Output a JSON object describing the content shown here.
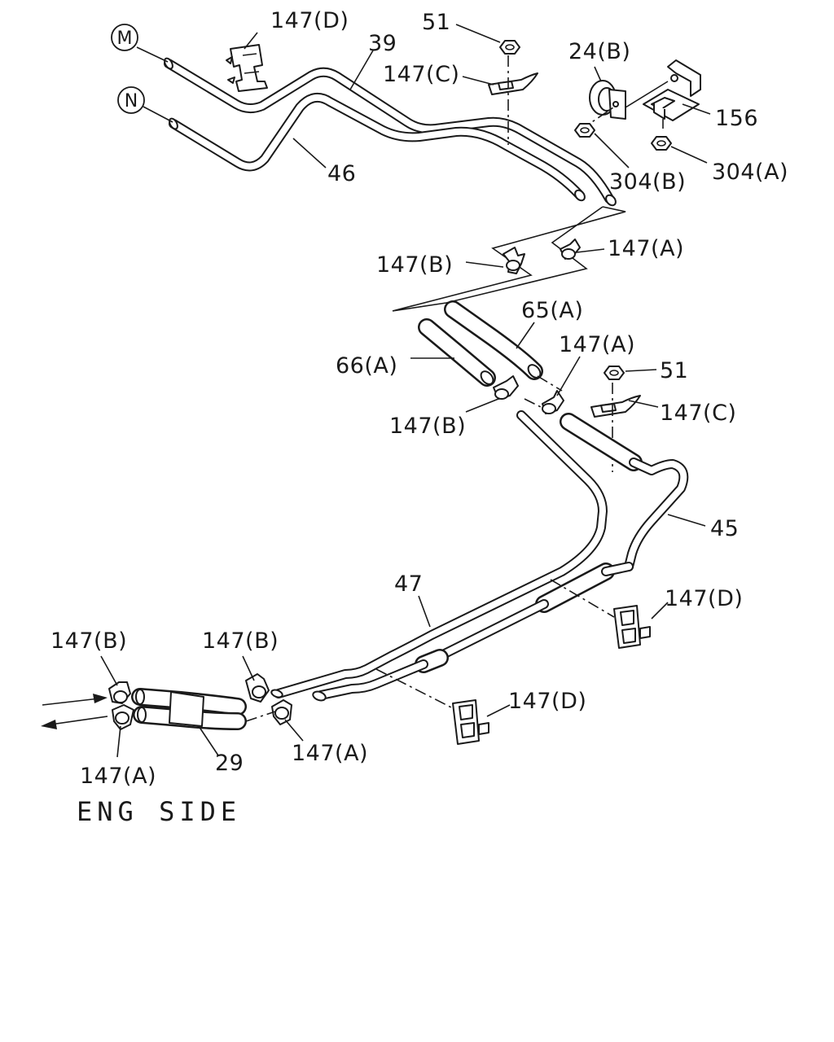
{
  "labels": {
    "l147D_top": "147(D)",
    "l39": "39",
    "l51_top": "51",
    "l147C_top": "147(C)",
    "l24B": "24(B)",
    "l156": "156",
    "l46": "46",
    "l304B": "304(B)",
    "l304A": "304(A)",
    "l147B_mid": "147(B)",
    "l147A_mid": "147(A)",
    "l65A": "65(A)",
    "l66A": "66(A)",
    "l147A_mid2": "147(A)",
    "l51_mid": "51",
    "l147B_mid2": "147(B)",
    "l147C_mid": "147(C)",
    "l45": "45",
    "l47": "47",
    "l147D_right": "147(D)",
    "l147B_left": "147(B)",
    "l147B_center": "147(B)",
    "l147D_bottom": "147(D)",
    "l29": "29",
    "l147A_center": "147(A)",
    "l147A_left": "147(A)"
  },
  "markers": {
    "m": "M",
    "n": "N"
  },
  "engine_side": "ENG SIDE"
}
